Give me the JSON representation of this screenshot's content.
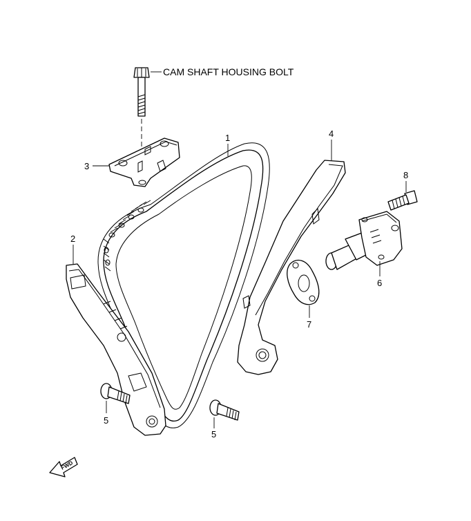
{
  "callouts": {
    "bolt_name": "CAM SHAFT HOUSING BOLT",
    "chain": "1",
    "chain_guide": "2",
    "cam_chain_guide_holder": "3",
    "tensioner_arm": "4",
    "guide_bolt_left": "5",
    "guide_bolt_right": "5",
    "tensioner_adjuster": "6",
    "gasket": "7",
    "adjuster_bolt": "8"
  },
  "fwd_arrow": {
    "label": "FWD",
    "icon": "fwd-arrow-icon"
  },
  "colors": {
    "line": "#000000",
    "background": "#ffffff"
  }
}
